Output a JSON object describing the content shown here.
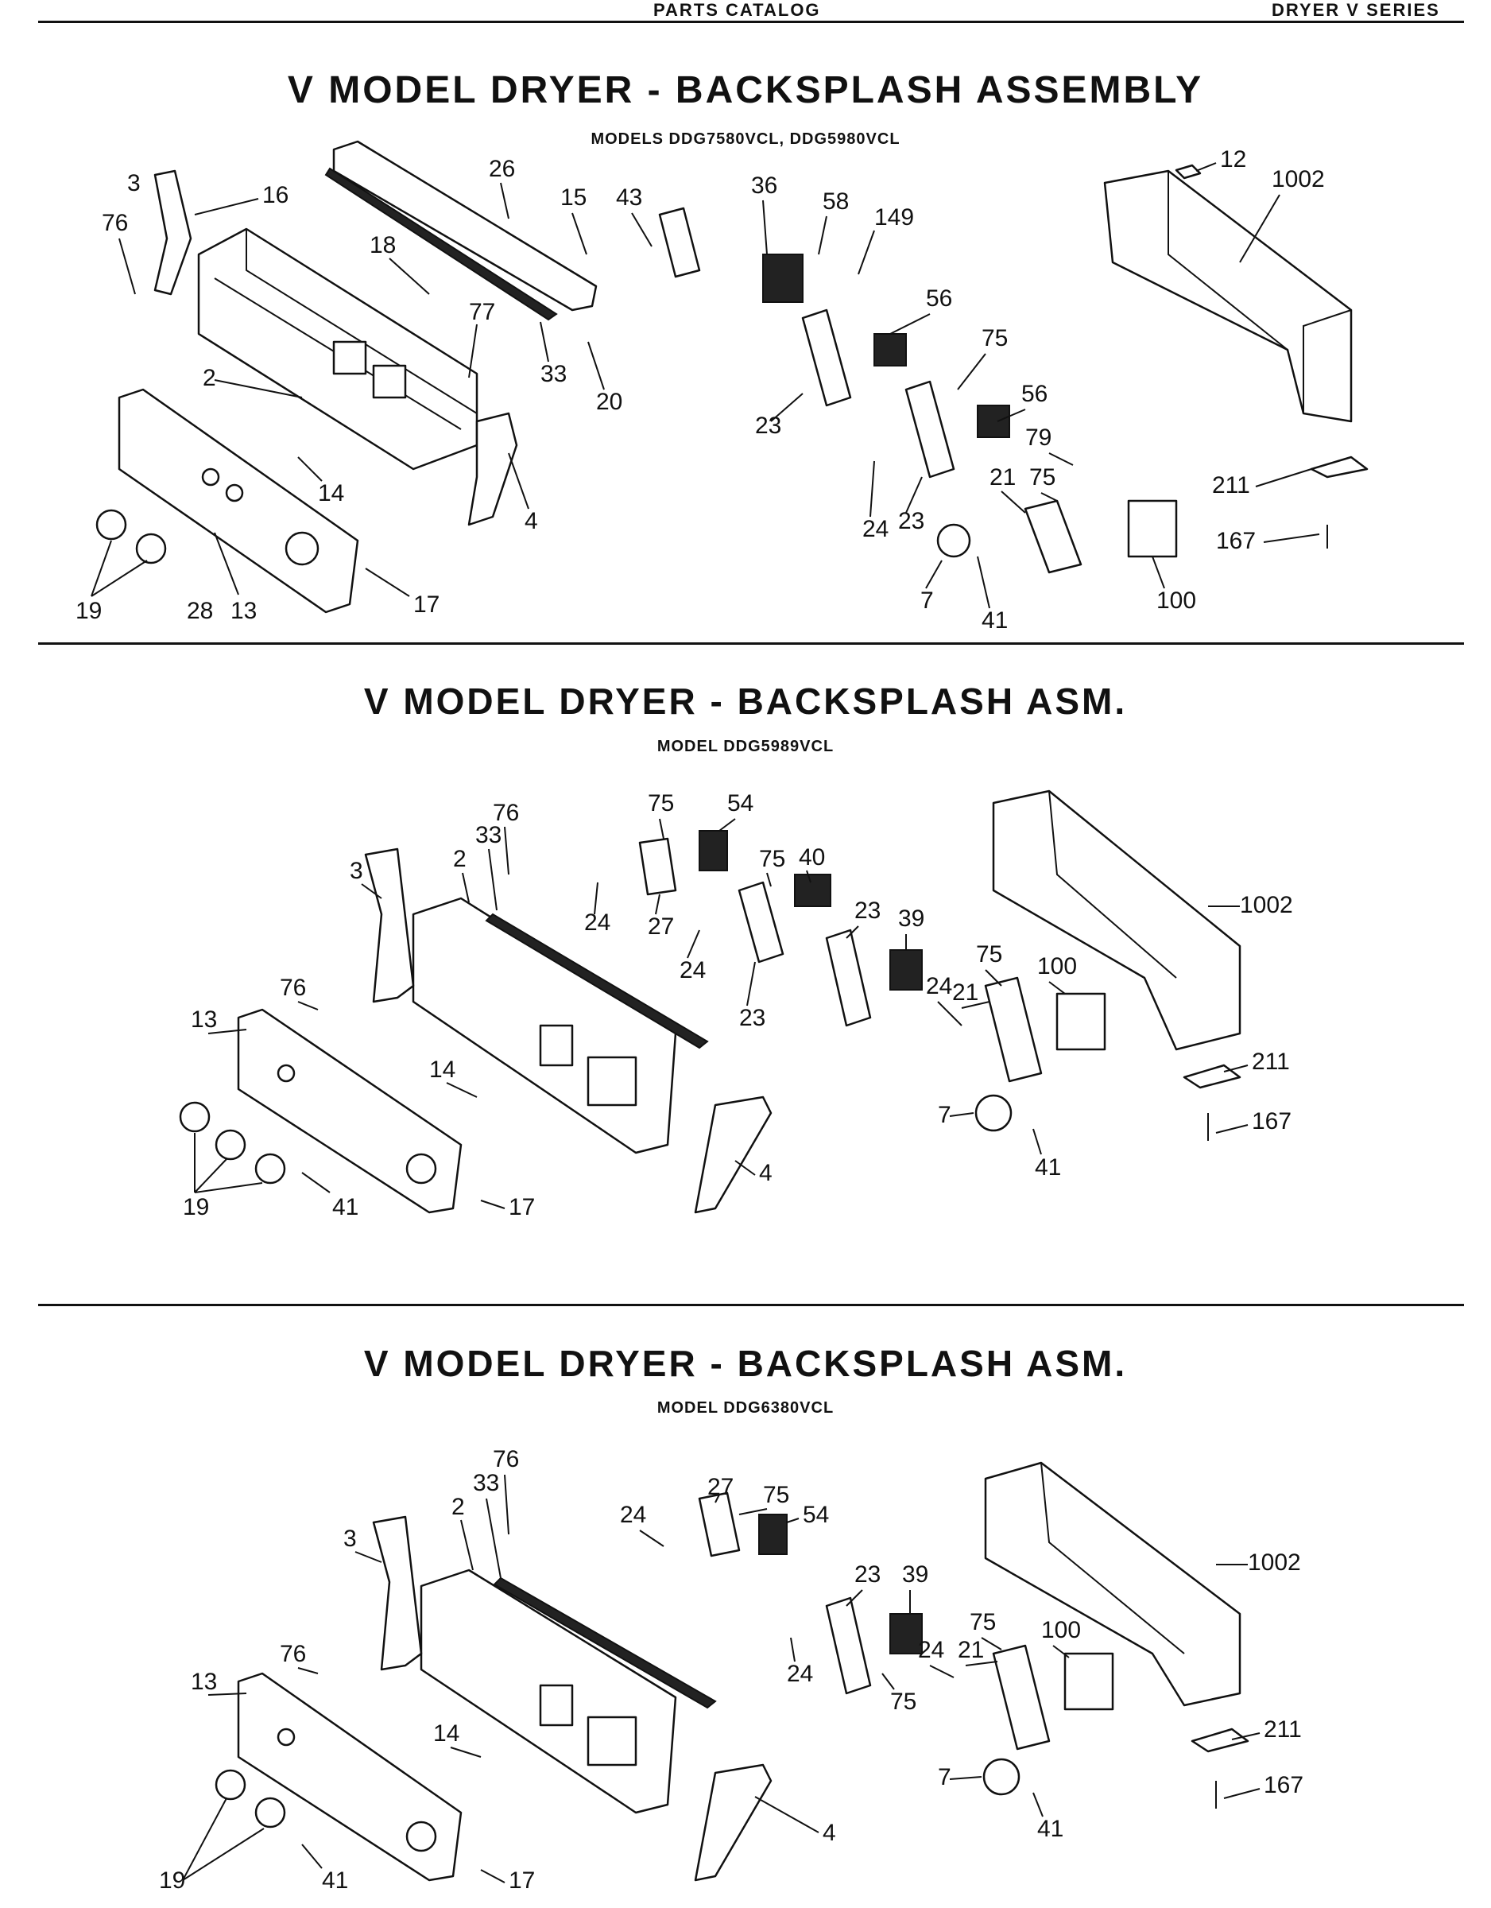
{
  "header": {
    "left": "PARTS CATALOG",
    "right": "DRYER V SERIES"
  },
  "sections": [
    {
      "title": "V MODEL DRYER - BACKSPLASH ASSEMBLY",
      "subtitle": "MODELS DDG7580VCL, DDG5980VCL",
      "callouts": [
        "3",
        "16",
        "76",
        "26",
        "15",
        "43",
        "36",
        "58",
        "149",
        "12",
        "1002",
        "18",
        "77",
        "33",
        "20",
        "2",
        "56",
        "75",
        "56",
        "23",
        "79",
        "14",
        "4",
        "24",
        "23",
        "21",
        "75",
        "211",
        "167",
        "19",
        "28",
        "13",
        "17",
        "7",
        "41",
        "100"
      ]
    },
    {
      "title": "V MODEL DRYER - BACKSPLASH ASM.",
      "subtitle": "MODEL DDG5989VCL",
      "callouts": [
        "76",
        "33",
        "2",
        "3",
        "75",
        "54",
        "75",
        "40",
        "24",
        "27",
        "24",
        "23",
        "23",
        "39",
        "1002",
        "75",
        "100",
        "24",
        "21",
        "76",
        "13",
        "14",
        "211",
        "7",
        "167",
        "41",
        "19",
        "41",
        "17",
        "4"
      ]
    },
    {
      "title": "V MODEL DRYER - BACKSPLASH ASM.",
      "subtitle": "MODEL DDG6380VCL",
      "callouts": [
        "76",
        "33",
        "2",
        "3",
        "27",
        "75",
        "24",
        "54",
        "23",
        "39",
        "1002",
        "75",
        "100",
        "24",
        "21",
        "24",
        "75",
        "76",
        "13",
        "14",
        "7",
        "211",
        "167",
        "41",
        "19",
        "41",
        "17",
        "4"
      ]
    }
  ]
}
